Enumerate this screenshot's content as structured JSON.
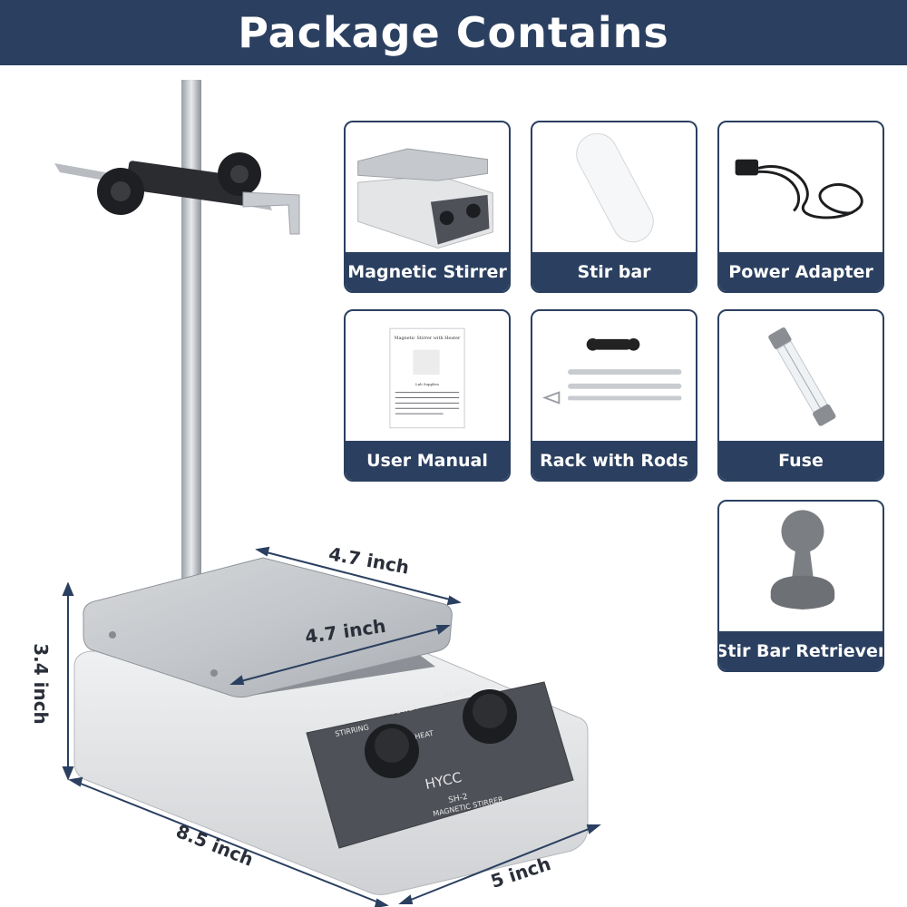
{
  "banner": {
    "title": "Package Contains"
  },
  "items": [
    {
      "label": "Magnetic Stirrer",
      "icon": "magnetic-stirrer-icon"
    },
    {
      "label": "Stir bar",
      "icon": "stir-bar-icon"
    },
    {
      "label": "Power Adapter",
      "icon": "power-cord-icon"
    },
    {
      "label": "User Manual",
      "icon": "user-manual-icon"
    },
    {
      "label": "Rack with Rods",
      "icon": "rack-rods-icon"
    },
    {
      "label": "Fuse",
      "icon": "fuse-icon"
    },
    {
      "label": "Stir Bar Retriever",
      "icon": "retriever-icon"
    }
  ],
  "device": {
    "brand": "HYCC",
    "model": "SH-2",
    "product": "MAGNETIC STIRRER",
    "knob_labels": {
      "stirring": "STIRRING",
      "power": "POWER",
      "heat": "HEAT",
      "heating": "HEATING"
    }
  },
  "dimensions": {
    "top_depth": "4.7 inch",
    "top_width": "4.7 inch",
    "height": "3.4 inch",
    "length": "8.5 inch",
    "width": "5 inch"
  },
  "manual": {
    "title": "Magnetic Stirrer with Heater",
    "subtitle": "Lab Supplies"
  },
  "colors": {
    "banner": "#2b4060",
    "label_bg": "#2b4060",
    "device_body": "#e3e4e6",
    "panel": "#4f5158"
  }
}
